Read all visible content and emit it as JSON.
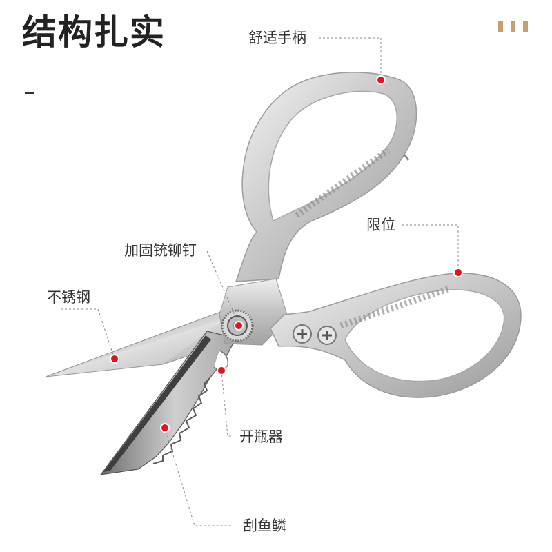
{
  "title": "结构扎实",
  "accent_color": "#c69f72",
  "callout_color": "#e8101a",
  "callouts": [
    {
      "id": "comfort-handle",
      "label": "舒适手柄"
    },
    {
      "id": "limit-stop",
      "label": "限位"
    },
    {
      "id": "rivet",
      "label": "加固铳铆钉"
    },
    {
      "id": "stainless-steel",
      "label": "不锈钢"
    },
    {
      "id": "bottle-opener",
      "label": "开瓶器"
    },
    {
      "id": "fish-scaler",
      "label": "刮鱼鳞"
    }
  ]
}
